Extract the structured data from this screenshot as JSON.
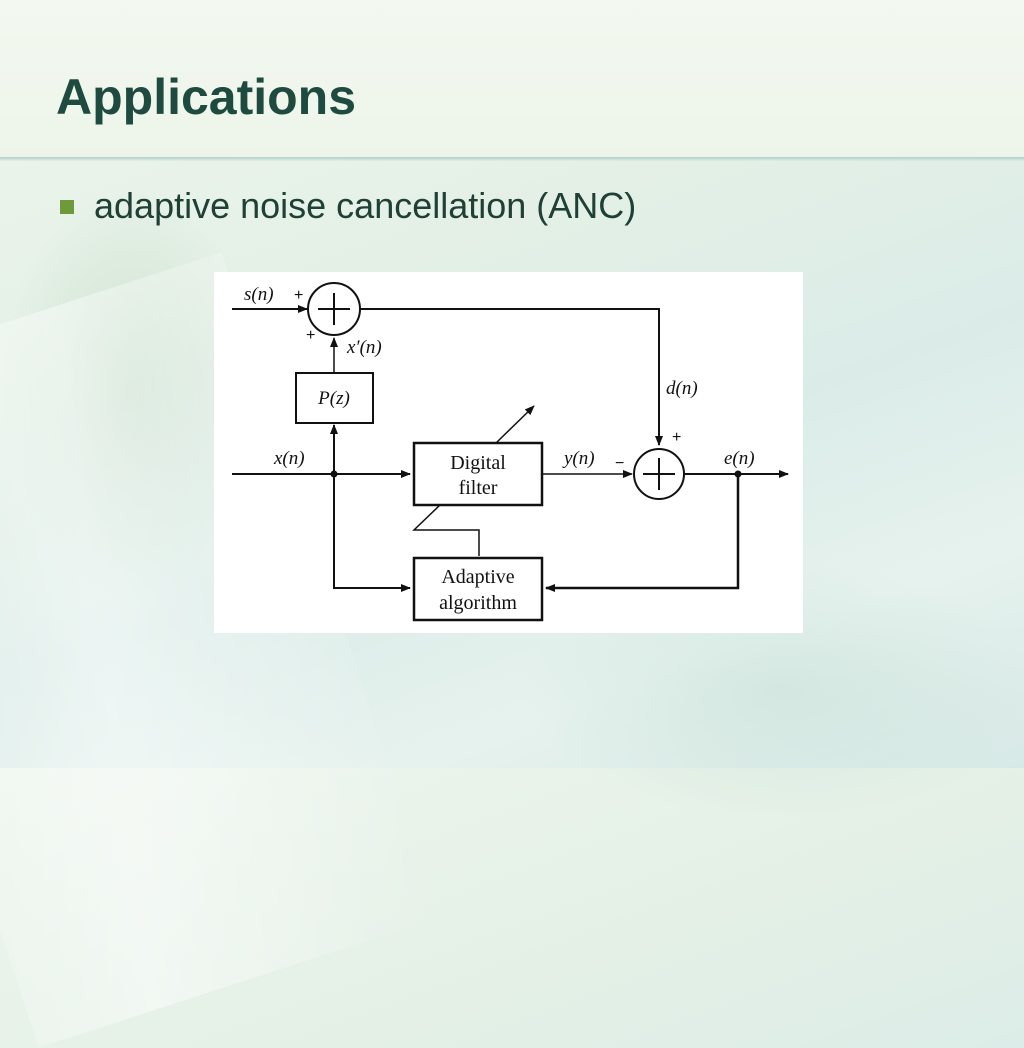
{
  "slide": {
    "title": "Applications",
    "bullets": [
      {
        "text": "adaptive noise cancellation (ANC)"
      }
    ]
  },
  "diagram": {
    "signals": {
      "s": "s(n)",
      "x_prime": "x′(n)",
      "d": "d(n)",
      "x": "x(n)",
      "y": "y(n)",
      "e": "e(n)"
    },
    "blocks": {
      "p": "P(z)",
      "digital_filter_line1": "Digital",
      "digital_filter_line2": "filter",
      "adaptive_line1": "Adaptive",
      "adaptive_line2": "algorithm"
    },
    "signs": {
      "sum1_top": "+",
      "sum1_bottom": "+",
      "sum2_top": "+",
      "sum2_left": "−"
    }
  },
  "colors": {
    "title": "#1f4a40",
    "bullet": "#6f9a3c",
    "text": "#1f4035"
  }
}
